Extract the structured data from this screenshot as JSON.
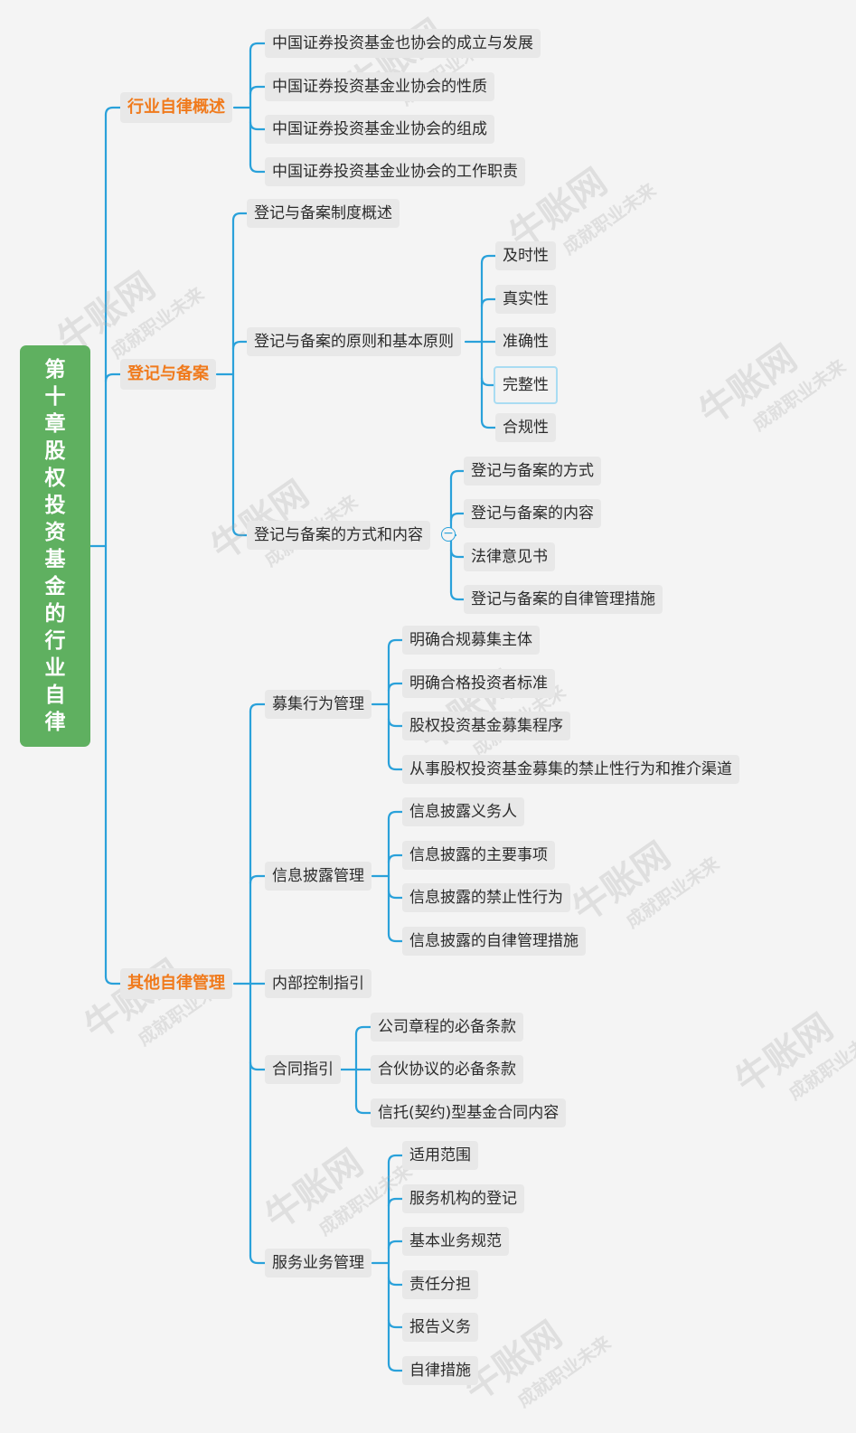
{
  "root": {
    "label": "第十章股权投资基金的行业自律"
  },
  "level1": [
    {
      "label": "行业自律概述"
    },
    {
      "label": "登记与备案"
    },
    {
      "label": "其他自律管理"
    }
  ],
  "overview_items": [
    "中国证券投资基金也协会的成立与发展",
    "中国证券投资基金业协会的性质",
    "中国证券投资基金业协会的组成",
    "中国证券投资基金业协会的工作职责"
  ],
  "registration": {
    "items": [
      "登记与备案制度概述",
      "登记与备案的原则和基本原则",
      "登记与备案的方式和内容"
    ],
    "principles": [
      "及时性",
      "真实性",
      "准确性",
      "完整性",
      "合规性"
    ],
    "methods": [
      "登记与备案的方式",
      "登记与备案的内容",
      "法律意见书",
      "登记与备案的自律管理措施"
    ]
  },
  "other": {
    "items": [
      "募集行为管理",
      "信息披露管理",
      "内部控制指引",
      "合同指引",
      "服务业务管理"
    ],
    "fundraising": [
      "明确合规募集主体",
      "明确合格投资者标准",
      "股权投资基金募集程序",
      "从事股权投资基金募集的禁止性行为和推介渠道"
    ],
    "disclosure": [
      "信息披露义务人",
      "信息披露的主要事项",
      "信息披露的禁止性行为",
      "信息披露的自律管理措施"
    ],
    "contract": [
      "公司章程的必备条款",
      "合伙协议的必备条款",
      "信托(契约)型基金合同内容"
    ],
    "service": [
      "适用范围",
      "服务机构的登记",
      "基本业务规范",
      "责任分担",
      "报告义务",
      "自律措施"
    ]
  },
  "collapse_symbol": "−",
  "watermark": {
    "brand": "牛账网",
    "slogan": "成就职业未来"
  },
  "colors": {
    "line": "#2aa1da",
    "root": "#5fb060",
    "level1_text": "#f07a1c",
    "node_bg": "#e8e8e8",
    "selected_border": "#a9dcf2"
  }
}
